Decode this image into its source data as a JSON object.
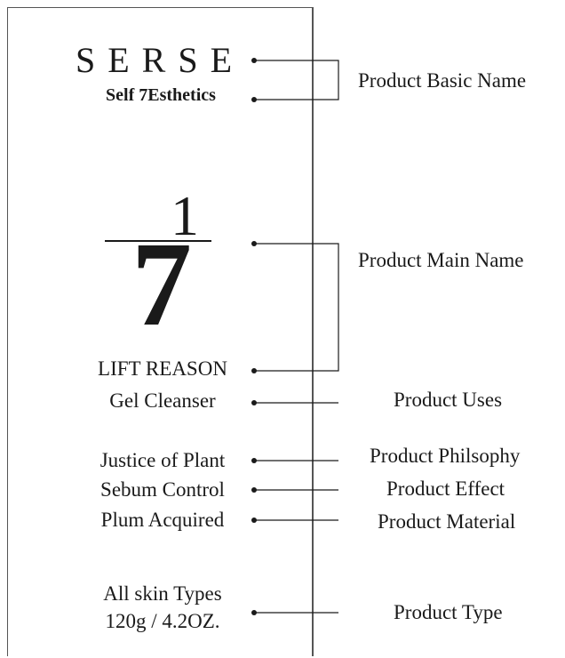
{
  "package": {
    "brand": "SERSE",
    "sub_brand": "Self 7Esthetics",
    "fraction_numerator": "1",
    "fraction_denominator": "7",
    "product_name": "LIFT REASON",
    "use": "Gel Cleanser",
    "philosophy": "Justice of Plant",
    "effect": "Sebum Control",
    "material": "Plum Acquired",
    "type_line1": "All skin Types",
    "type_line2": "120g / 4.2OZ."
  },
  "labels": {
    "basic_name": "Product Basic Name",
    "main_name": "Product Main Name",
    "uses": "Product Uses",
    "philosophy": "Product Philsophy",
    "effect": "Product Effect",
    "material": "Product Material",
    "type": "Product Type"
  },
  "colors": {
    "ink": "#1a1a1a",
    "line": "#555555"
  }
}
